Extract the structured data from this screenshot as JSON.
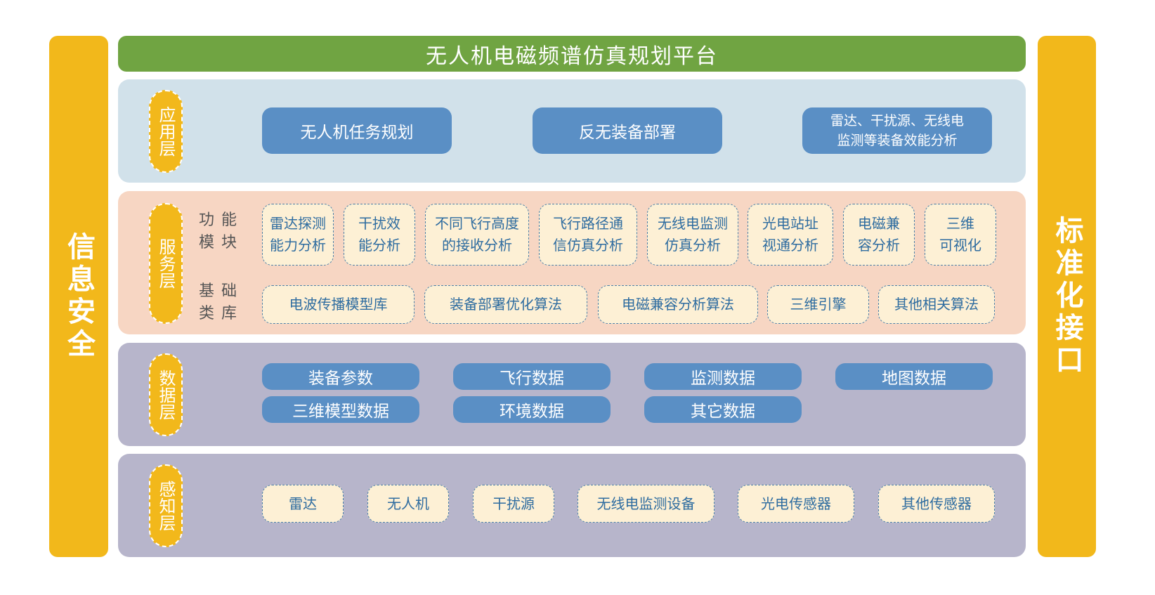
{
  "left_bar": "信息安全",
  "right_bar": "标准化接口",
  "title": "无人机电磁频谱仿真规划平台",
  "application": {
    "label": "应用层",
    "items": [
      "无人机任务规划",
      "反无装备部署",
      "雷达、干扰源、无线电\n监测等装备效能分析"
    ]
  },
  "service": {
    "label": "服务层",
    "function_label": "功能\n模块",
    "functions": [
      "雷达探测\n能力分析",
      "干扰效\n能分析",
      "不同飞行高度\n的接收分析",
      "飞行路径通\n信仿真分析",
      "无线电监测\n仿真分析",
      "光电站址\n视通分析",
      "电磁兼\n容分析",
      "三维\n可视化"
    ],
    "library_label": "基础\n类库",
    "libraries": [
      "电波传播模型库",
      "装备部署优化算法",
      "电磁兼容分析算法",
      "三维引擎",
      "其他相关算法"
    ]
  },
  "data": {
    "label": "数据层",
    "items": [
      "装备参数",
      "飞行数据",
      "监测数据",
      "地图数据",
      "三维模型数据",
      "环境数据",
      "其它数据"
    ]
  },
  "perception": {
    "label": "感知层",
    "items": [
      "雷达",
      "无人机",
      "干扰源",
      "无线电监测设备",
      "光电传感器",
      "其他传感器"
    ]
  }
}
